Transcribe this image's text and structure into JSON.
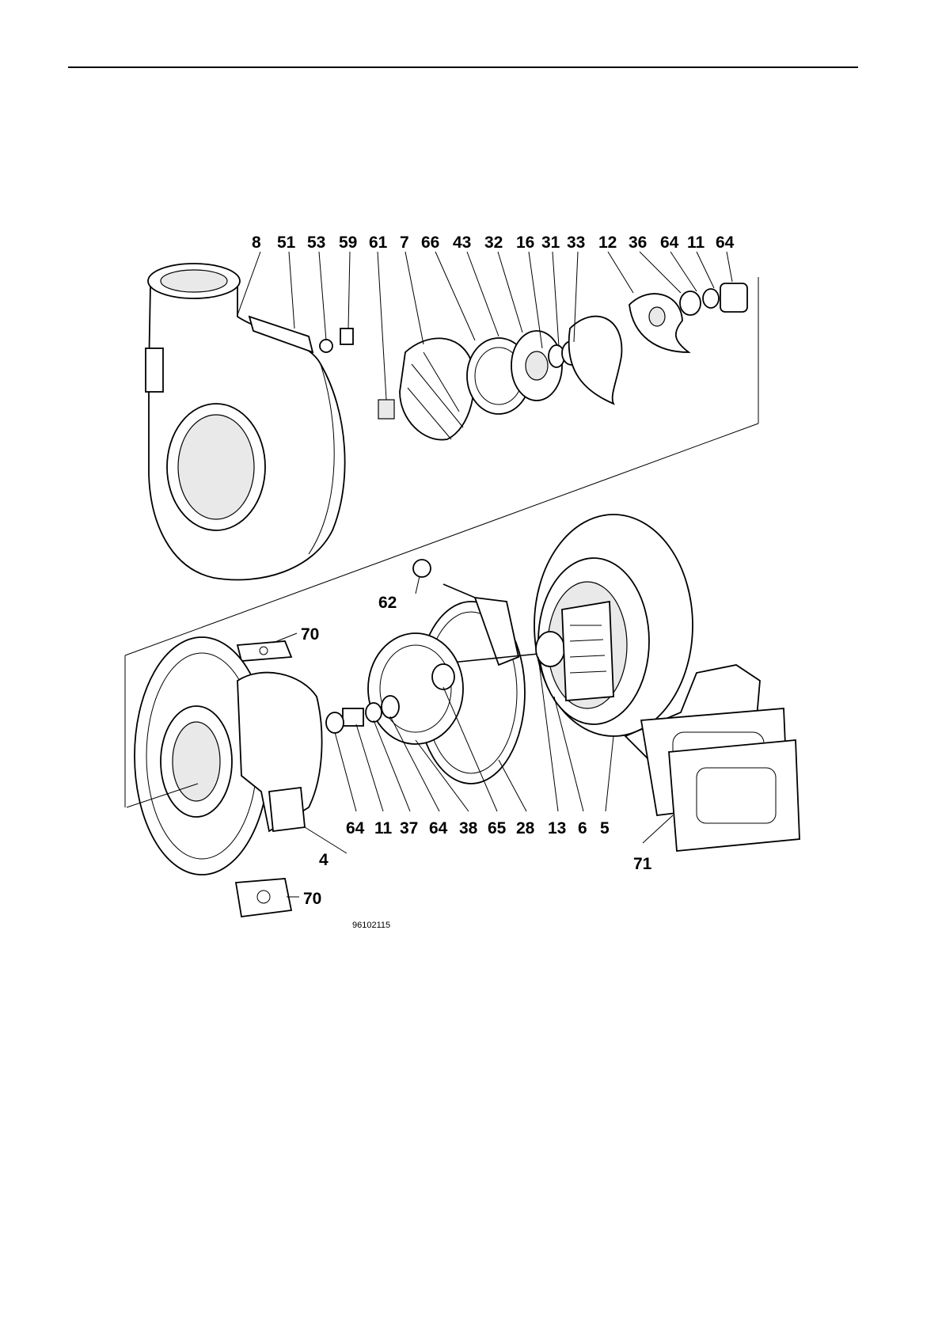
{
  "diagram": {
    "top_callouts": [
      "8",
      "51",
      "53",
      "59",
      "61",
      "7",
      "66",
      "43",
      "32",
      "16",
      "31",
      "33",
      "12",
      "36",
      "64",
      "11",
      "64"
    ],
    "bottom_callouts": [
      "64",
      "11",
      "37",
      "64",
      "38",
      "65",
      "28",
      "13",
      "6",
      "5"
    ],
    "callout_62": "62",
    "callout_70_upper": "70",
    "callout_70_lower": "70",
    "callout_4": "4",
    "callout_71": "71",
    "drawing_number": "96102115"
  }
}
